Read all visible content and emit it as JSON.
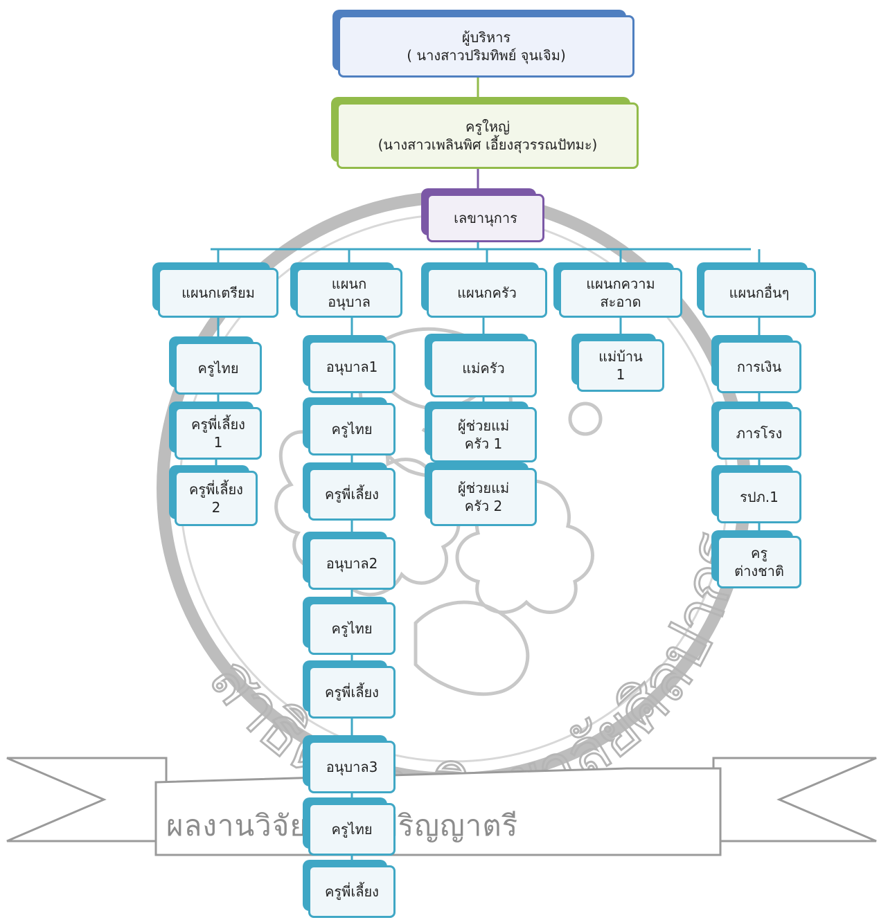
{
  "executive": {
    "title": "ผู้บริหาร",
    "name": "( นางสาวปริมทิพย์ จุนเจิม)"
  },
  "head_teacher": {
    "title": "ครูใหญ่",
    "name": "(นางสาวเพลินพิศ เอี้ยงสุวรรณปัทมะ)"
  },
  "secretary": {
    "title": "เลขานุการ"
  },
  "departments": [
    {
      "lines": [
        "แผนกเตรียม"
      ],
      "children": [
        [
          "ครูไทย"
        ],
        [
          "ครูพี่เลี้ยง",
          "1"
        ],
        [
          "ครูพี่เลี้ยง",
          "2"
        ]
      ]
    },
    {
      "lines": [
        "แผนก",
        "อนุบาล"
      ],
      "children": [
        [
          "อนุบาล1"
        ],
        [
          "ครูไทย"
        ],
        [
          "ครูพี่เลี้ยง"
        ],
        [
          "อนุบาล2"
        ],
        [
          "ครูไทย"
        ],
        [
          "ครูพี่เลี้ยง"
        ],
        [
          "อนุบาล3"
        ],
        [
          "ครูไทย"
        ],
        [
          "ครูพี่เลี้ยง"
        ]
      ]
    },
    {
      "lines": [
        "แผนกครัว"
      ],
      "children": [
        [
          "แม่ครัว"
        ],
        [
          "ผู้ช่วยแม่",
          "ครัว 1"
        ],
        [
          "ผู้ช่วยแม่",
          "ครัว 2"
        ]
      ]
    },
    {
      "lines": [
        "แผนกความ",
        "สะอาด"
      ],
      "children": [
        [
          "แม่บ้าน",
          "1"
        ]
      ]
    },
    {
      "lines": [
        "แผนกอื่นๆ"
      ],
      "children": [
        [
          "การเงิน"
        ],
        [
          "ภารโรง"
        ],
        [
          "รปภ.1"
        ],
        [
          "ครู",
          "ต่างชาติ"
        ]
      ]
    }
  ],
  "watermark": {
    "arc_text": "สาธิตมหาวิทยาลัยศิลปากร",
    "banner_text": "ผลงานวิจัยระดับปริญญาตรี"
  }
}
